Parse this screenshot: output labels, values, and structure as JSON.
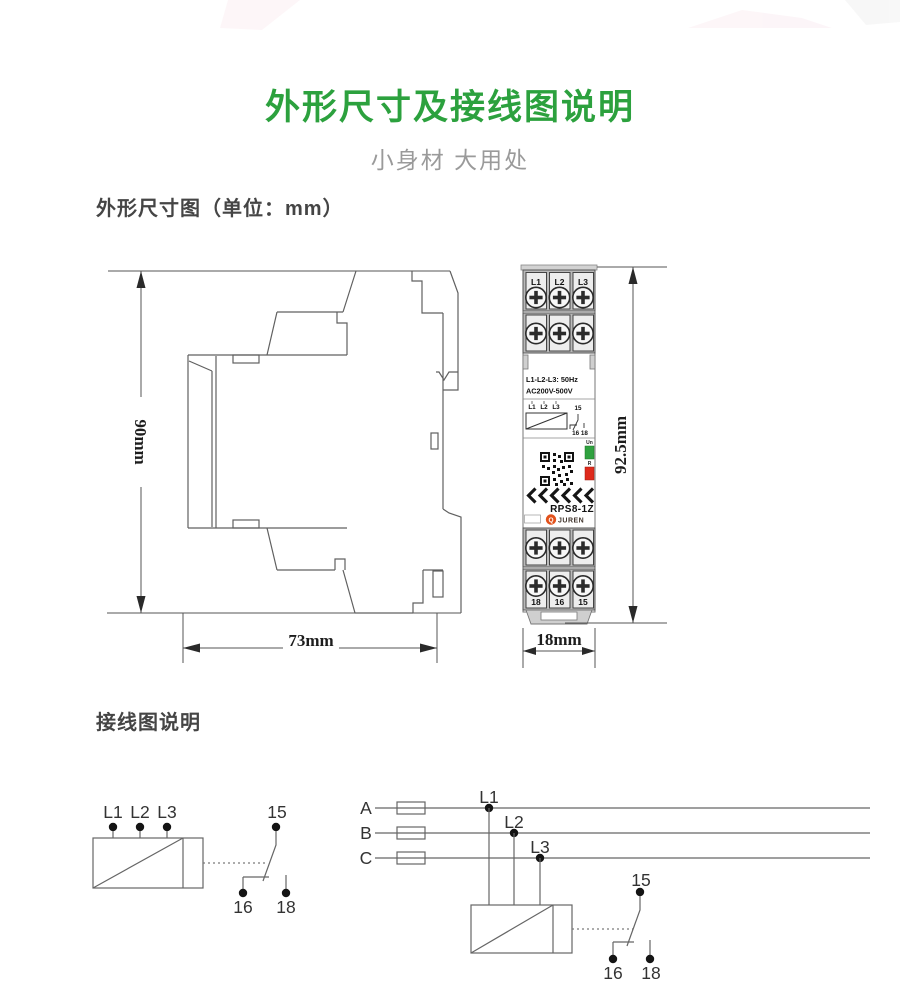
{
  "page": {
    "title": "外形尺寸及接线图说明",
    "subtitle": "小身材 大用处",
    "section1_heading": "外形尺寸图（单位：mm）",
    "section2_heading": "接线图说明"
  },
  "colors": {
    "accent_green": "#2CA13E",
    "led_green": "#2FA13F",
    "led_red": "#DE2A1C",
    "logo_orange": "#E2511B"
  },
  "dims": {
    "side_height": "90mm",
    "side_depth": "73mm",
    "front_height": "92.5mm",
    "front_width": "18mm"
  },
  "front": {
    "terminals_top": [
      "L1",
      "L2",
      "L3"
    ],
    "terminals_bottom": [
      "18",
      "16",
      "15"
    ],
    "rating1": "L1-L2-L3: 50Hz",
    "rating2": "AC200V-500V",
    "mini": {
      "l1": "L1",
      "l2": "L2",
      "l3": "L3",
      "t15": "15",
      "t1618": "16 18"
    },
    "led_on_label": "Un",
    "led_relay_label": "R",
    "model": "RPS8-1Z",
    "brand": "JUREN",
    "brand_mark": "Q"
  },
  "wiring_small": {
    "l1": "L1",
    "l2": "L2",
    "l3": "L3",
    "t15": "15",
    "t16": "16",
    "t18": "18"
  },
  "wiring_large": {
    "pa": "A",
    "pb": "B",
    "pc": "C",
    "l1": "L1",
    "l2": "L2",
    "l3": "L3",
    "t15": "15",
    "t16": "16",
    "t18": "18"
  }
}
